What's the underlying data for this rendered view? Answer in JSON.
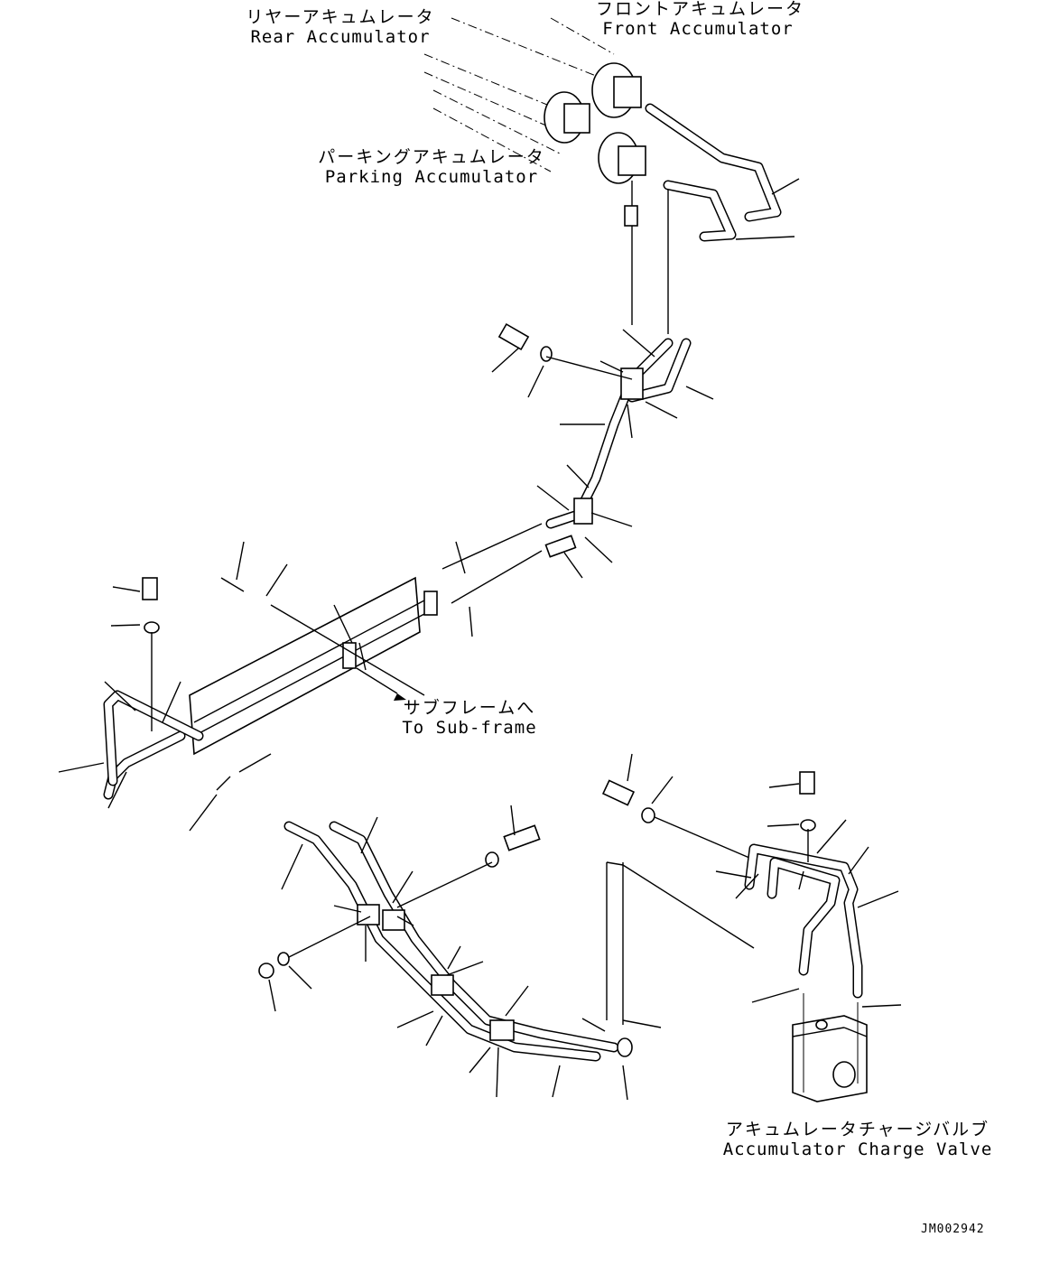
{
  "labels": {
    "rear_accumulator": {
      "jp": "リヤーアキュムレータ",
      "en": "Rear Accumulator"
    },
    "front_accumulator": {
      "jp": "フロントアキュムレータ",
      "en": "Front Accumulator"
    },
    "parking_accumulator": {
      "jp": "パーキングアキュムレータ",
      "en": "Parking Accumulator"
    },
    "to_sub_frame": {
      "jp": "サブフレームへ",
      "en": "To Sub-frame"
    },
    "accumulator_charge_valve": {
      "jp": "アキュムレータチャージバルブ",
      "en": "Accumulator Charge Valve"
    }
  },
  "drawing_code": "JM002942"
}
